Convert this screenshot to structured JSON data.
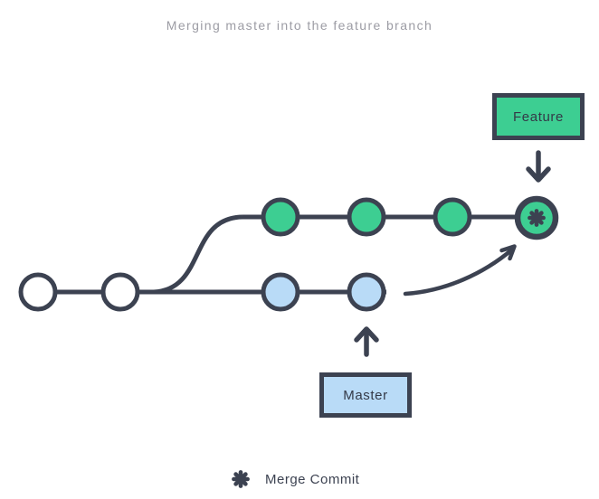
{
  "title": "Merging master into the feature branch",
  "branch_labels": {
    "feature": "Feature",
    "master": "Master"
  },
  "legend": {
    "merge_commit_label": "Merge Commit",
    "merge_commit_icon": "asterisk-icon"
  },
  "colors": {
    "feature_green": "#3dce92",
    "master_blue": "#b9dbf7",
    "outline_dark": "#3c4251",
    "title_gray": "#9c9ca4",
    "background": "#ffffff"
  },
  "diagram": {
    "type": "git-branch-merge-diagram",
    "common_commits": 2,
    "feature_branch_commits": 3,
    "master_branch_commits": 2,
    "merge_commits": 1,
    "arrows": [
      "feature-label-points-down-to-merge-commit",
      "master-label-points-up-to-last-master-commit",
      "curved-arrow-from-master-branch-to-merge-commit"
    ]
  }
}
